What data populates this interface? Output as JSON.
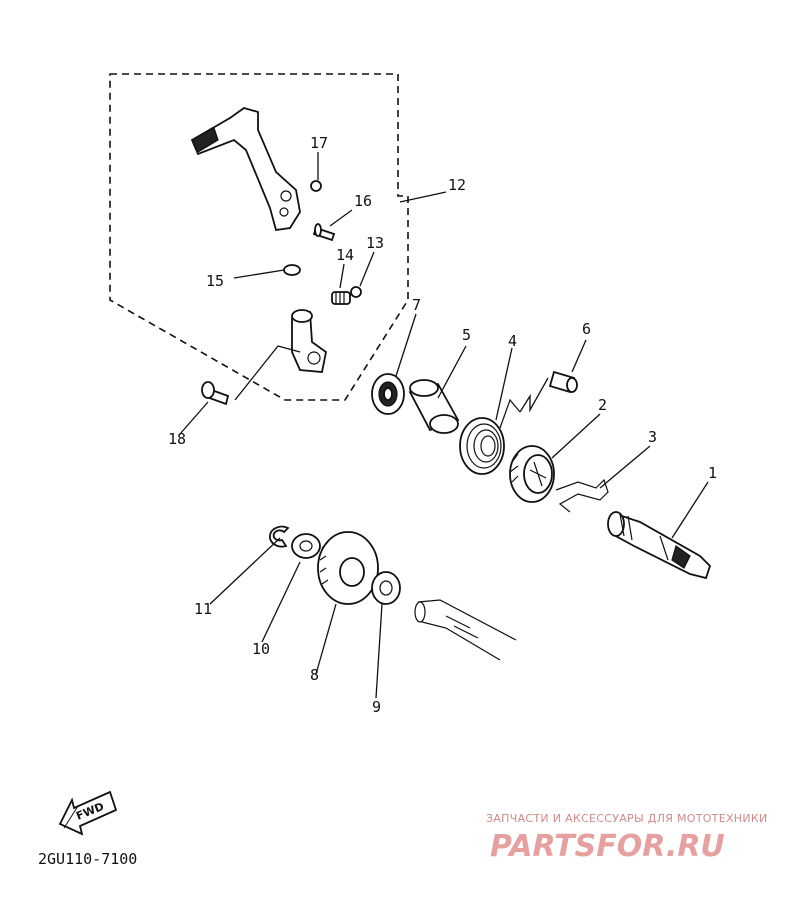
{
  "diagram": {
    "parts": [
      {
        "ref": "1"
      },
      {
        "ref": "2"
      },
      {
        "ref": "3"
      },
      {
        "ref": "4"
      },
      {
        "ref": "5"
      },
      {
        "ref": "6"
      },
      {
        "ref": "7"
      },
      {
        "ref": "8"
      },
      {
        "ref": "9"
      },
      {
        "ref": "10"
      },
      {
        "ref": "11"
      },
      {
        "ref": "12"
      },
      {
        "ref": "13"
      },
      {
        "ref": "14"
      },
      {
        "ref": "15"
      },
      {
        "ref": "16"
      },
      {
        "ref": "17"
      },
      {
        "ref": "18"
      }
    ],
    "direction_arrow": "FWD",
    "diagram_code": "2GU110-7100"
  },
  "watermark": {
    "tagline": "ЗАПЧАСТИ И АКСЕССУАРЫ ДЛЯ МОТОТЕХНИКИ",
    "brand": "PARTSFOR.RU",
    "color": "#e6a0a0"
  }
}
